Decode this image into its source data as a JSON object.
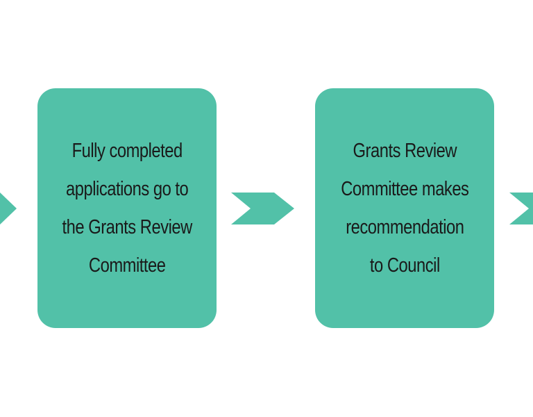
{
  "diagram": {
    "accent_color": "#52c1a8",
    "text_color": "#1a1a1a",
    "steps": [
      {
        "label": "Fully completed\napplications go to\nthe Grants Review\nCommittee"
      },
      {
        "label": "Grants Review\nCommittee makes\nrecommendation\nto Council"
      }
    ],
    "connectors": [
      "chevron-arrow",
      "chevron-arrow",
      "chevron-arrow"
    ]
  }
}
